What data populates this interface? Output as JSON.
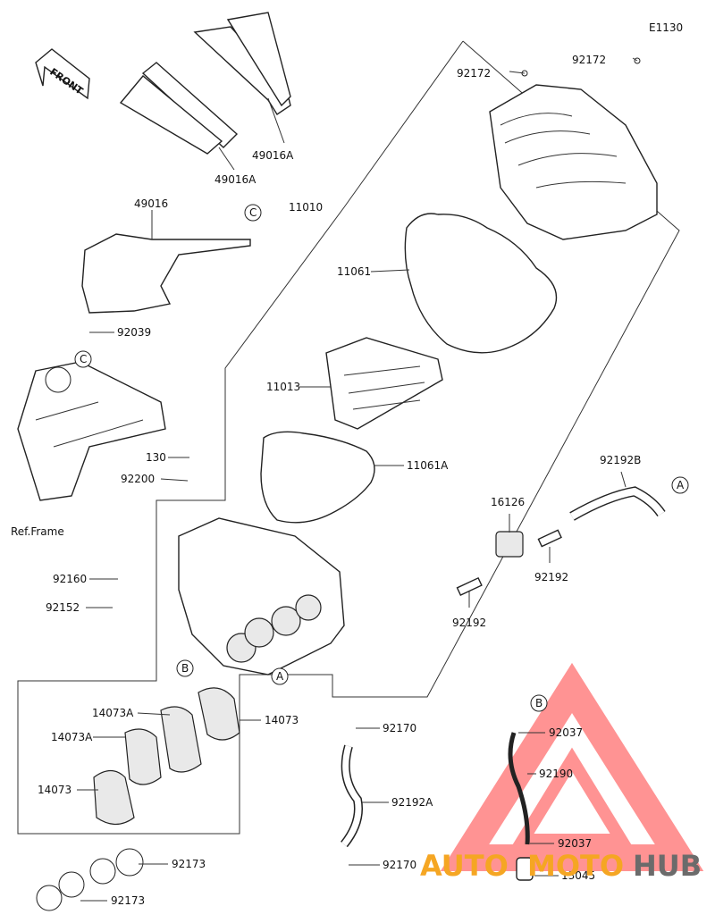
{
  "diagram_code": "E1130",
  "front_label": "FRONT",
  "ref_frame": "Ref.Frame",
  "parts": {
    "p92172a": "92172",
    "p92172b": "92172",
    "p49016A_1": "49016A",
    "p49016A_2": "49016A",
    "p11010": "11010",
    "p49016": "49016",
    "p11061": "11061",
    "p92039": "92039",
    "p11013": "11013",
    "p130": "130",
    "p92200": "92200",
    "p11061A": "11061A",
    "p92192B": "92192B",
    "p16126": "16126",
    "p92192_1": "92192",
    "p92192_2": "92192",
    "p92160": "92160",
    "p92152": "92152",
    "p14073A_1": "14073A",
    "p14073_1": "14073",
    "p14073A_2": "14073A",
    "p14073_2": "14073",
    "p92170_1": "92170",
    "p92170_2": "92170",
    "p92192A": "92192A",
    "p92037_1": "92037",
    "p92037_2": "92037",
    "p92190": "92190",
    "p92173_1": "92173",
    "p92173_2": "92173",
    "p13045": "13045"
  },
  "callouts": {
    "A": "A",
    "B": "B",
    "C": "C"
  },
  "watermark": {
    "auto": "AUTO",
    "moto": "MOTO",
    "hub": "HUB",
    "accent": "#ff3b3b",
    "orange": "#f5a623",
    "gray": "#6b6b6b"
  }
}
